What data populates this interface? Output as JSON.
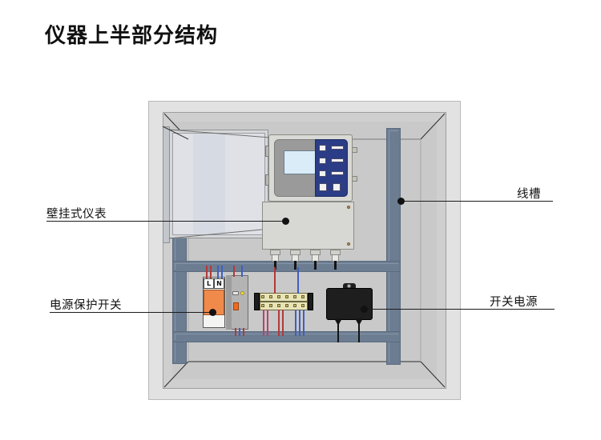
{
  "page": {
    "title": "仪器上半部分结构"
  },
  "callouts": [
    {
      "id": "wall-mounted-instrument",
      "label": "壁挂式仪表",
      "side": "left",
      "target": "instrument-enclosure"
    },
    {
      "id": "power-protection-switch",
      "label": "电源保护开关",
      "side": "left",
      "target": "circuit-breaker"
    },
    {
      "id": "wire-duct",
      "label": "线槽",
      "side": "right",
      "target": "vertical-wire-duct"
    },
    {
      "id": "switching-power-supply",
      "label": "开关电源",
      "side": "right",
      "target": "power-supply-unit"
    }
  ],
  "cabinet": {
    "name": "enclosure-cabinet",
    "body_color": "#e2e2e2",
    "wall_color": "#cfcfcf",
    "backplate_color": "#c9c9c9"
  },
  "wire_ducts": {
    "color": "#6c7d92",
    "segments": [
      "left-vertical",
      "right-vertical",
      "top-horizontal",
      "middle-horizontal",
      "bottom-horizontal"
    ]
  },
  "door": {
    "name": "cabinet-door",
    "state": "open",
    "panel_color": "#e1e4e8"
  },
  "instrument": {
    "name": "wall-mounted-instrument",
    "screen_color": "#d9ecf7",
    "keypad_color": "#2b3d86",
    "bezel_color": "#9a9a9a",
    "keys": [
      {
        "row": 1,
        "small": true,
        "wide": true
      },
      {
        "row": 2,
        "small": true,
        "wide": true
      },
      {
        "row": 3,
        "small": true,
        "wide": true
      },
      {
        "row": 4,
        "small": true,
        "wide": false
      }
    ],
    "cable_glands": 4
  },
  "breaker": {
    "name": "circuit-breaker",
    "terminal_labels": [
      "L",
      "N"
    ],
    "body_color": "#f08a4b",
    "rcd_color": "#b4b4b4",
    "led_color": "#ffe23a",
    "test_button_color": "#f06a20"
  },
  "terminal_block": {
    "name": "terminal-block",
    "terminal_count": 12,
    "rows": 2,
    "body_color": "#e8e4b8",
    "cap_color": "#1c1c1c"
  },
  "power_supply": {
    "name": "switching-power-supply",
    "body_color": "#1e1e1e",
    "leads": 2
  },
  "wires": {
    "live_color": "#b03a3a",
    "neutral_color": "#3f5fc0",
    "signal_color": "#b8436c"
  }
}
